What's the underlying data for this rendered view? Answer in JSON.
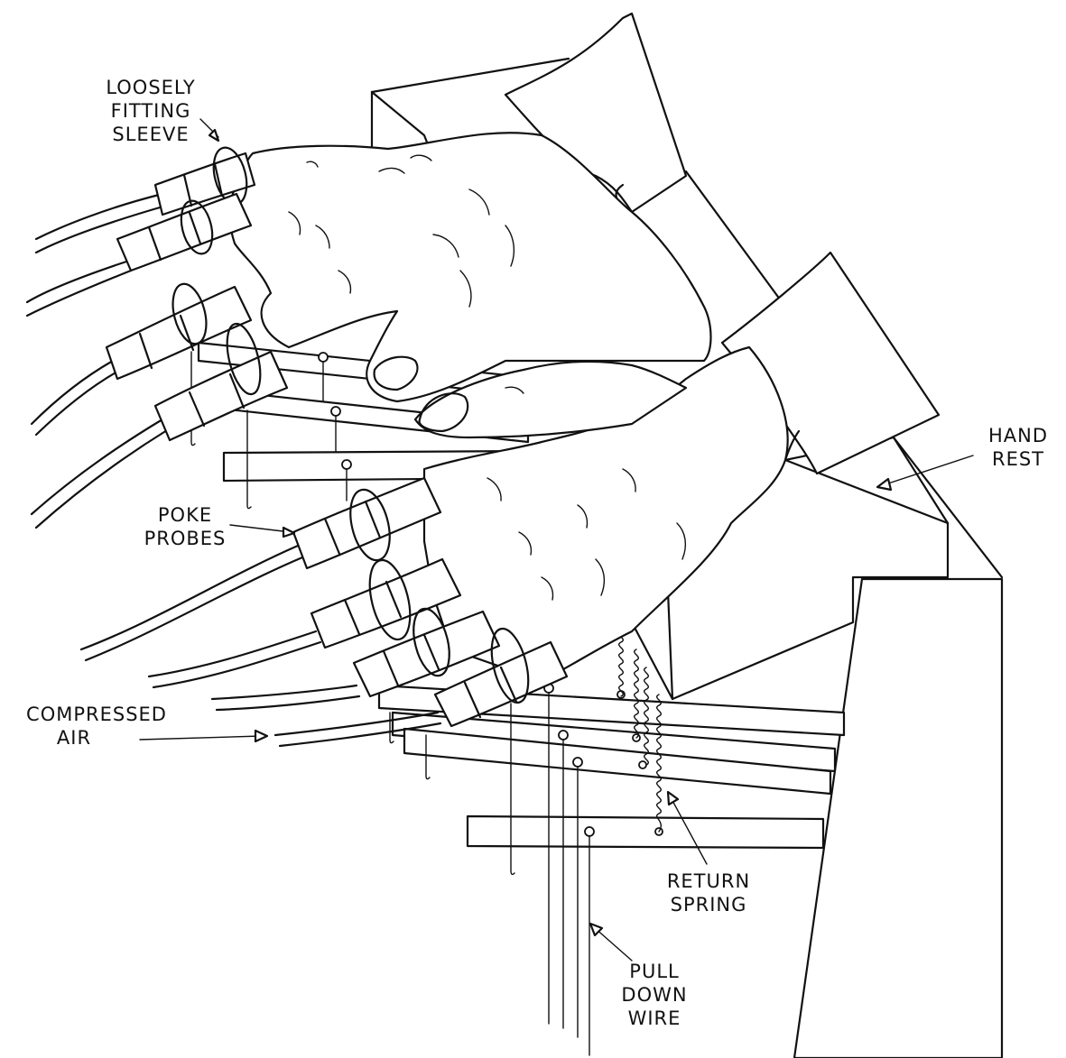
{
  "labels": {
    "sleeve": {
      "lines": [
        "LOOSELY",
        "FITTING",
        "SLEEVE"
      ]
    },
    "poke_probes": {
      "lines": [
        "POKE",
        "PROBES"
      ]
    },
    "compressed_air": {
      "lines": [
        "COMPRESSED",
        "AIR"
      ]
    },
    "hand_rest": {
      "lines": [
        "HAND",
        "REST"
      ]
    },
    "return_spring": {
      "lines": [
        "RETURN",
        "SPRING"
      ]
    },
    "pull_down_wire": {
      "lines": [
        "PULL",
        "DOWN",
        "WIRE"
      ]
    }
  },
  "colors": {
    "ink": "#111111",
    "paper": "#ffffff"
  }
}
